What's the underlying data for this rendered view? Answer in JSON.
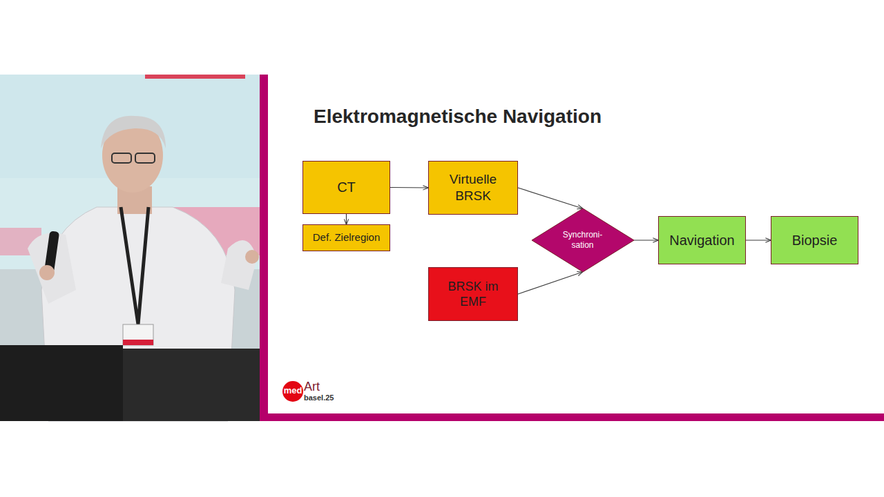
{
  "diagram": {
    "title": "Elektromagnetische Navigation",
    "nodes": [
      {
        "text": [
          "CT"
        ]
      },
      {
        "text": [
          "Def. Zielregion"
        ]
      },
      {
        "text": [
          "Virtuelle BRSK"
        ]
      },
      {
        "text": [
          "BRSK im EMF"
        ]
      },
      {
        "text": [
          "Synchroni-sation"
        ]
      },
      {
        "text": [
          "Navigation"
        ]
      },
      {
        "text": [
          "Biopsie"
        ]
      }
    ],
    "edges": [
      {
        "from": 0,
        "to": 2,
        "arrow": "to"
      },
      {
        "from": 0,
        "to": 1,
        "arrow": "to"
      },
      {
        "from": 2,
        "to": 4,
        "arrow": "to"
      },
      {
        "from": 3,
        "to": 4,
        "arrow": "to"
      },
      {
        "from": 4,
        "to": 5,
        "arrow": "to"
      },
      {
        "from": 5,
        "to": 6,
        "arrow": "to"
      }
    ],
    "labels": [
      "med",
      "Art",
      "basel.25"
    ]
  }
}
